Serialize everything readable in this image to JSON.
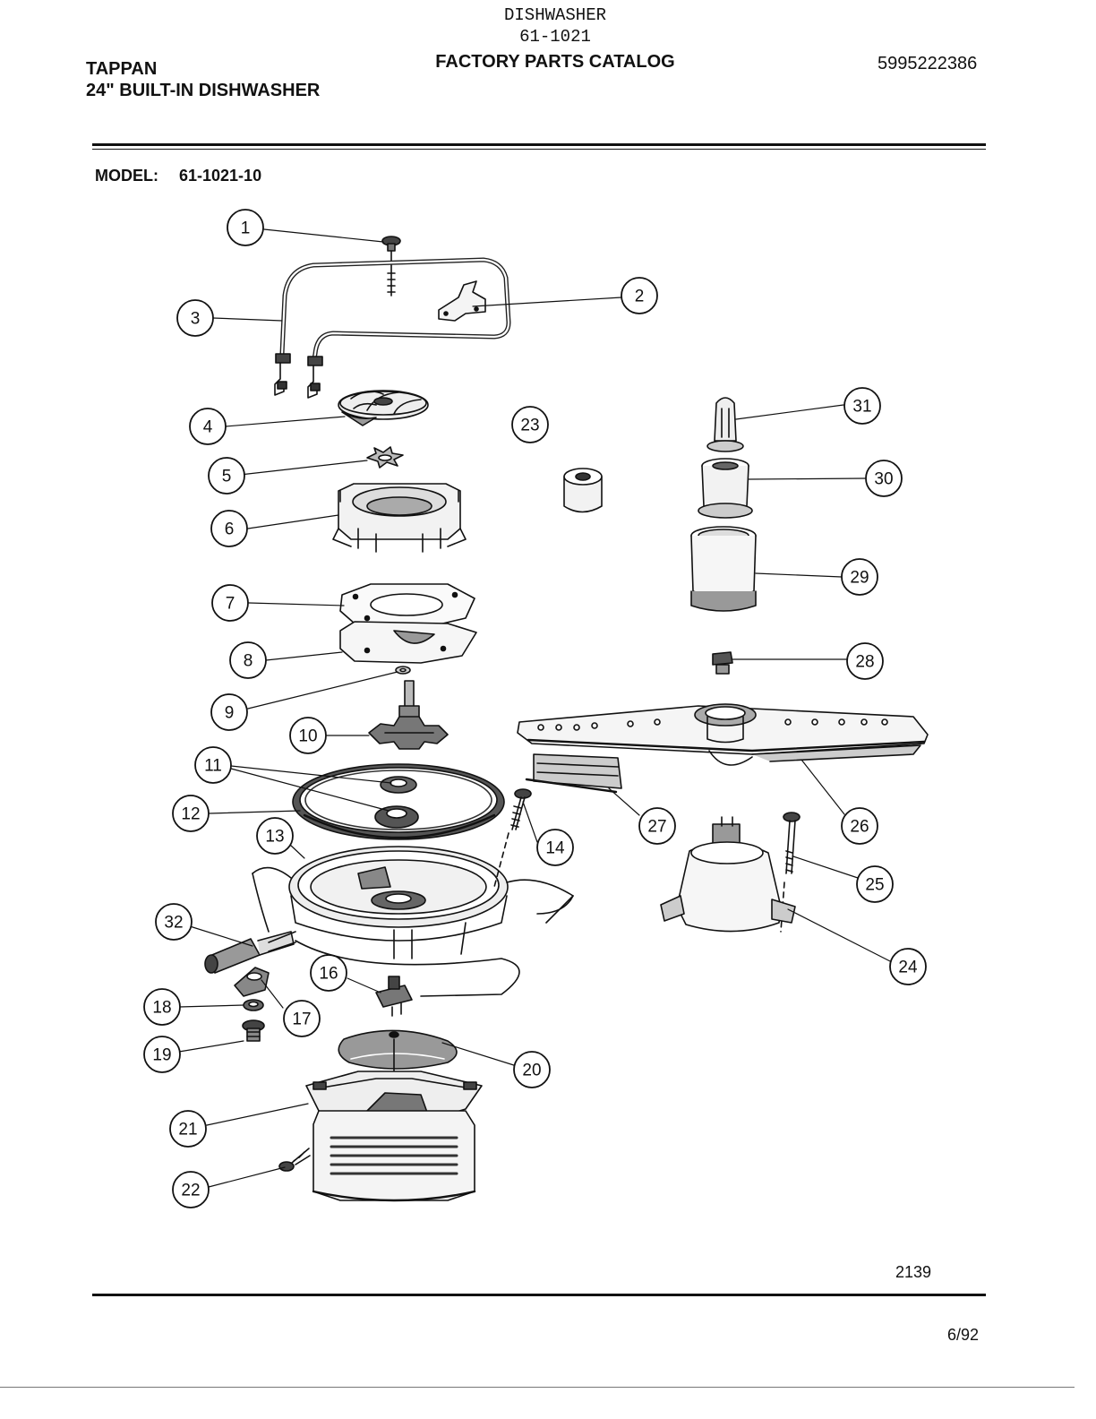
{
  "header": {
    "line1": "DISHWASHER",
    "line2": "61-1021",
    "catalog_title": "FACTORY PARTS CATALOG",
    "brand": "TAPPAN",
    "product": "24\" BUILT-IN DISHWASHER",
    "part_number": "5995222386",
    "model_label": "MODEL:",
    "model_value": "61-1021-10"
  },
  "diagram": {
    "callouts": [
      "1",
      "2",
      "3",
      "4",
      "5",
      "6",
      "7",
      "8",
      "9",
      "10",
      "11",
      "12",
      "13",
      "14",
      "16",
      "17",
      "18",
      "19",
      "20",
      "21",
      "22",
      "23",
      "24",
      "25",
      "26",
      "27",
      "28",
      "29",
      "30",
      "31",
      "32"
    ]
  },
  "footer": {
    "figure_number": "2139",
    "date": "6/92"
  }
}
